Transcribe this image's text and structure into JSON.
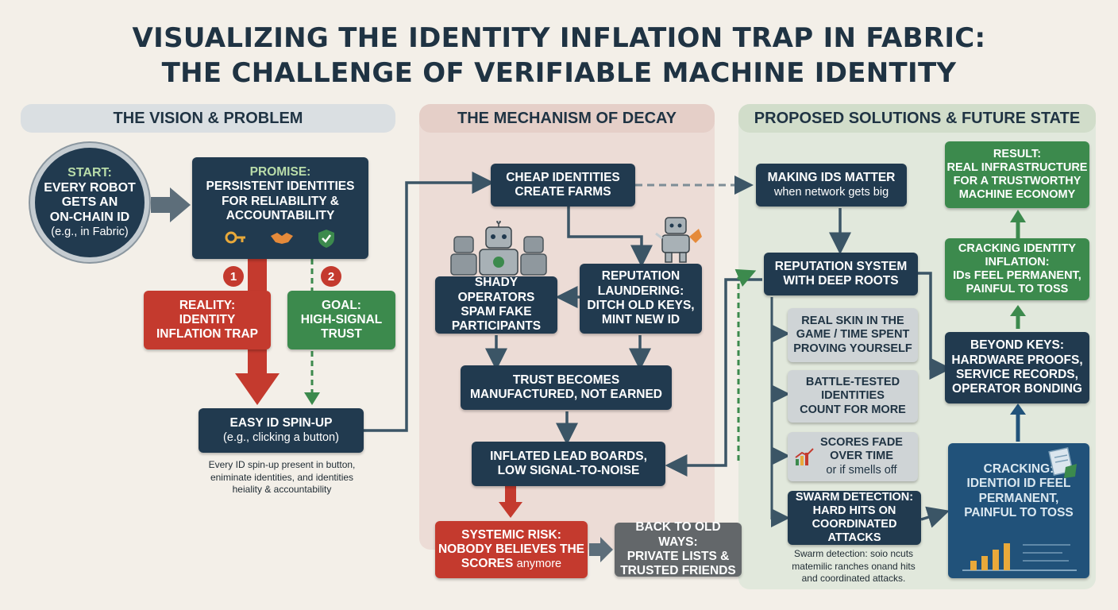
{
  "title": {
    "line1": "VISUALIZING THE IDENTITY INFLATION TRAP IN FABRIC:",
    "line2": "THE CHALLENGE OF VERIFIABLE MACHINE IDENTITY"
  },
  "columns": {
    "vision": "THE VISION & PROBLEM",
    "mechanism": "THE MECHANISM OF DECAY",
    "solutions": "PROPOSED SOLUTIONS & FUTURE STATE"
  },
  "vision": {
    "start": {
      "l1": "START:",
      "l2": "EVERY ROBOT",
      "l3": "GETS AN",
      "l4": "ON-CHAIN ID",
      "l5": "(e.g., in Fabric)"
    },
    "promise": {
      "l1": "PROMISE:",
      "l2": "PERSISTENT IDENTITIES",
      "l3": "FOR RELIABILITY &",
      "l4": "ACCOUNTABILITY"
    },
    "badge1": "1",
    "badge2": "2",
    "reality": {
      "l1": "REALITY:",
      "l2": "IDENTITY",
      "l3": "INFLATION TRAP"
    },
    "goal": {
      "l1": "GOAL:",
      "l2": "HIGH-SIGNAL",
      "l3": "TRUST"
    },
    "easy": {
      "l1": "EASY ID SPIN-UP",
      "l2": "(e.g., clicking a button)"
    },
    "note": {
      "l1": "Every ID spin-up present in button,",
      "l2": "eniminate identities, and identities",
      "l3": "heiality & accountability"
    }
  },
  "mechanism": {
    "cheap": {
      "l1": "CHEAP IDENTITIES",
      "l2": "CREATE FARMS"
    },
    "shady": {
      "l1": "SHADY OPERATORS",
      "l2": "SPAM FAKE",
      "l3": "PARTICIPANTS"
    },
    "laundering": {
      "l1": "REPUTATION",
      "l2": "LAUNDERING:",
      "l3": "DITCH OLD KEYS,",
      "l4": "MINT NEW ID"
    },
    "trust": {
      "l1": "TRUST BECOMES",
      "l2": "MANUFACTURED, NOT EARNED"
    },
    "inflated": {
      "l1": "INFLATED LEAD BOARDS,",
      "l2": "LOW SIGNAL-TO-NOISE"
    },
    "systemic": {
      "l1": "SYSTEMIC RISK:",
      "l2": "NOBODY BELIEVES THE",
      "l3a": "SCORES",
      "l3b": "anymore"
    },
    "back": {
      "l1": "BACK TO OLD WAYS:",
      "l2": "PRIVATE LISTS &",
      "l3": "TRUSTED FRIENDS"
    }
  },
  "solutions": {
    "making": {
      "l1": "MAKING IDs MATTER",
      "l2": "when network gets big"
    },
    "reputation": {
      "l1": "REPUTATION SYSTEM",
      "l2": "WITH DEEP ROOTS"
    },
    "skin": {
      "l1": "REAL SKIN IN THE",
      "l2": "GAME / TIME SPENT",
      "l3": "PROVING YOURSELF"
    },
    "battle": {
      "l1": "BATTLE-TESTED",
      "l2": "IDENTITIES",
      "l3": "COUNT FOR MORE"
    },
    "scores": {
      "l1": "SCORES FADE",
      "l2": "OVER TIME",
      "l3": "or if smells off"
    },
    "swarm": {
      "l1": "SWARM DETECTION:",
      "l2": "HARD HITS ON",
      "l3": "COORDINATED ATTACKS"
    },
    "swarm_note": {
      "l1": "Swarm detection: soio ncuts",
      "l2": "matemilic ranches onand hits",
      "l3": "and coordinated attacks."
    },
    "result": {
      "l1": "RESULT:",
      "l2": "REAL INFRASTRUCTURE",
      "l3": "FOR A TRUSTWORTHY",
      "l4": "MACHINE ECONOMY"
    },
    "cracking_top": {
      "l1": "CRACKING IDENTITY",
      "l2": "INFLATION:",
      "l3": "IDs FEEL PERMANENT,",
      "l4": "PAINFUL TO TOSS"
    },
    "beyond": {
      "l1": "BEYOND KEYS:",
      "l2": "HARDWARE PROOFS,",
      "l3": "SERVICE RECORDS,",
      "l4": "OPERATOR BONDING"
    },
    "cracking_bottom": {
      "l1": "CRACKING:",
      "l2": "IDENTIOI ID FEEL",
      "l3": "PERMANENT,",
      "l4": "PAINFUL TO TOSS"
    }
  },
  "colors": {
    "navy": "#213a4f",
    "red": "#c43a2e",
    "green": "#3c8a4d",
    "gray": "#63676a",
    "teal": "#21527a"
  },
  "icons": [
    "key-icon",
    "handshake-icon",
    "shield-check-icon",
    "robot-icon",
    "growth-chart-icon",
    "document-icon"
  ]
}
